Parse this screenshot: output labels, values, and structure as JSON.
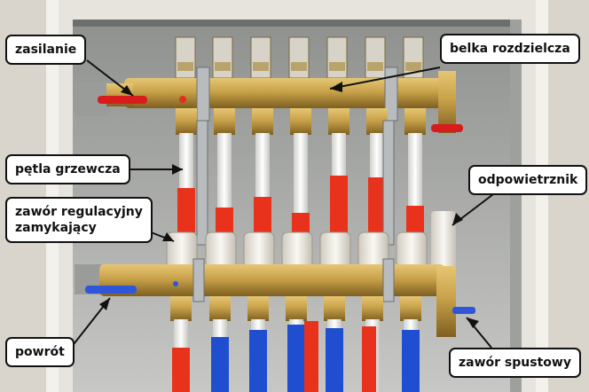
{
  "labels": {
    "supply": "zasilanie",
    "manifold_bar": "belka rozdzielcza",
    "heating_loop": "pętla grzewcza",
    "shutoff_valve_line1": "zawór regulacyjny",
    "shutoff_valve_line2": "zamykający",
    "air_vent": "odpowietrznik",
    "return": "powrót",
    "drain_valve": "zawór spustowy"
  },
  "colors": {
    "wall": "#d9d4cc",
    "cabinet_frame": "#f3f1ec",
    "cabinet_back": "#b8b9b6",
    "brass": "#c9a24a",
    "brass_dark": "#8a6a24",
    "pipe_white": "#f2f2f0",
    "insulation_red": "#e8321c",
    "insulation_blue": "#1f4fd0",
    "valve_handle_red": "#d81c1c",
    "valve_handle_blue": "#2f56d8",
    "cap_white": "#efece6",
    "callout_border": "#111111"
  }
}
